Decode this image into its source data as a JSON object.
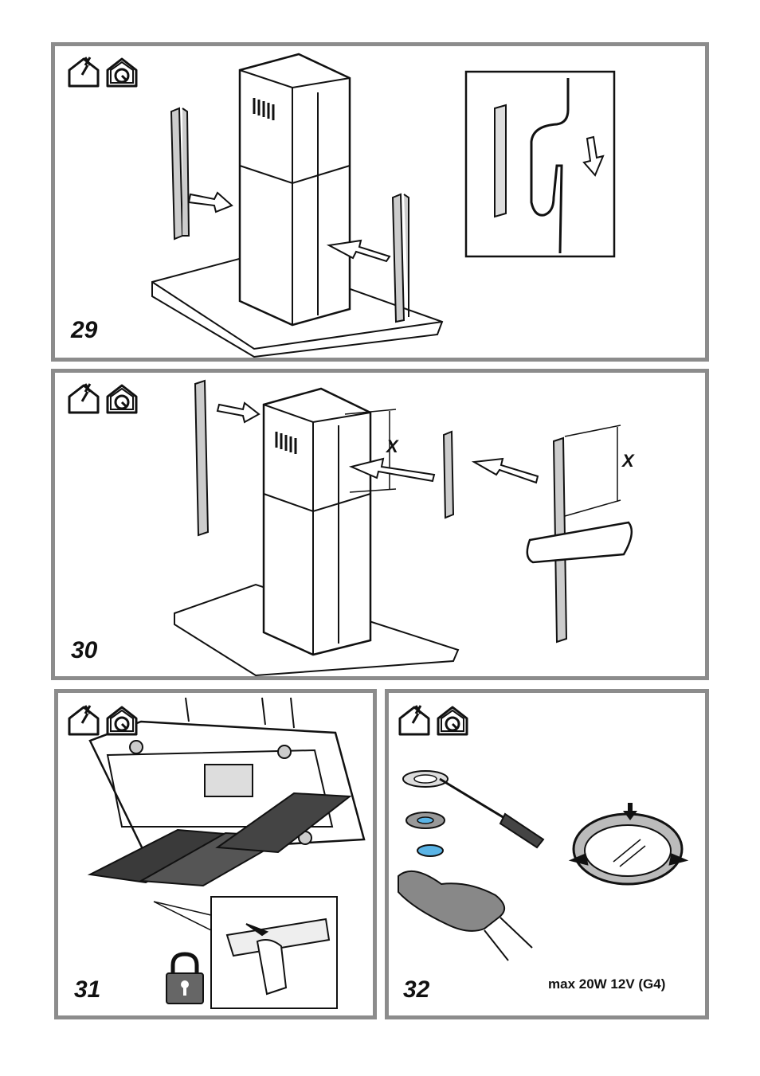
{
  "panels": [
    {
      "step": "29",
      "icons": [
        "house-unplug-icon",
        "house-tools-icon"
      ]
    },
    {
      "step": "30",
      "icons": [
        "house-unplug-icon",
        "house-tools-icon"
      ],
      "dimension_label": "X"
    },
    {
      "step": "31",
      "icons": [
        "house-unplug-icon",
        "house-tools-icon",
        "padlock-icon"
      ]
    },
    {
      "step": "32",
      "icons": [
        "house-unplug-icon",
        "house-tools-icon"
      ],
      "spec": "max 20W 12V (G4)"
    }
  ],
  "colors": {
    "frame": "#8c8c8c",
    "line": "#111111",
    "panel_fill": "#d9d9d9",
    "accent_blue": "#5ab4e6"
  }
}
